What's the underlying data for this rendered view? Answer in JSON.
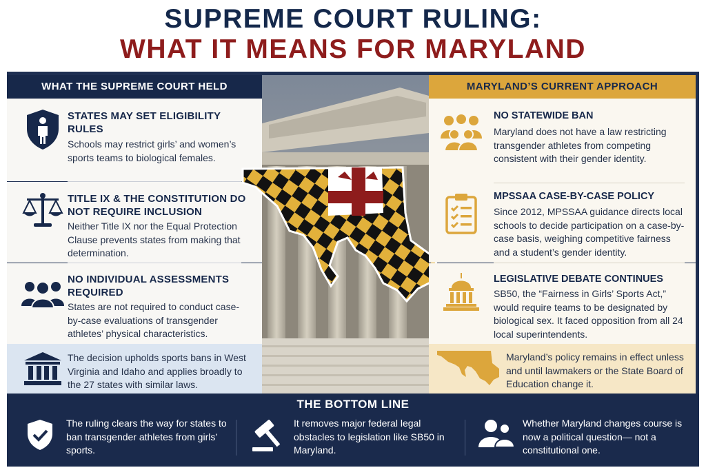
{
  "title": {
    "line1": "SUPREME COURT RULING:",
    "line2": "WHAT IT MEANS FOR MARYLAND"
  },
  "left": {
    "header": "WHAT THE SUPREME COURT HELD",
    "items": [
      {
        "heading": "STATES MAY SET ELIGIBILITY RULES",
        "text": "Schools may restrict girls’ and women’s sports teams to biological females.",
        "icon": "shield-person-icon"
      },
      {
        "heading": "TITLE IX & THE CONSTITUTION DO NOT REQUIRE INCLUSION",
        "text": "Neither Title IX nor the Equal Protection Clause prevents states from making that determination.",
        "icon": "scales-icon"
      },
      {
        "heading": "NO INDIVIDUAL ASSESSMENTS REQUIRED",
        "text": "States are not required to conduct case-by-case evaluations of transgender athletes’ physical characteristics.",
        "icon": "people-group-icon"
      }
    ],
    "box": {
      "text": "The decision upholds sports bans in West Virginia and Idaho and applies broadly to the 27 states with similar laws.",
      "icon": "courthouse-icon"
    }
  },
  "right": {
    "header": "MARYLAND’S CURRENT APPROACH",
    "items": [
      {
        "heading": "NO STATEWIDE BAN",
        "text": "Maryland does not have a law restricting transgender athletes from competing consistent with their gender identity.",
        "icon": "people-group-icon"
      },
      {
        "heading": "MPSSAA CASE-BY-CASE POLICY",
        "text": "Since 2012, MPSSAA guidance directs local schools to decide participation on a case-by-case basis, weighing competitive fairness and a student’s gender identity.",
        "icon": "clipboard-checklist-icon"
      },
      {
        "heading": "LEGISLATIVE DEBATE CONTINUES",
        "text": "SB50, the “Fairness in Girls’ Sports Act,” would require teams to be designated by biological sex. It faced opposition from all 24 local superintendents.",
        "icon": "capitol-icon"
      }
    ],
    "box": {
      "text": "Maryland’s policy remains in effect unless and until lawmakers or the State Board of Education change it.",
      "icon": "maryland-map-icon"
    }
  },
  "bottom": {
    "title": "THE BOTTOM LINE",
    "items": [
      {
        "text": "The ruling clears the way for states to ban transgender athletes from girls’ sports.",
        "icon": "shield-check-icon"
      },
      {
        "text": "It removes major federal legal obstacles to legislation like SB50 in Maryland.",
        "icon": "gavel-icon"
      },
      {
        "text": "Whether Maryland changes course is now a political question— not a constitutional one.",
        "icon": "people-pair-icon"
      }
    ]
  },
  "colors": {
    "navy": "#17284a",
    "red": "#8e1c1c",
    "gold": "#dca63c",
    "light_blue": "#dbe5f1",
    "light_gold": "#f6e7c6"
  }
}
